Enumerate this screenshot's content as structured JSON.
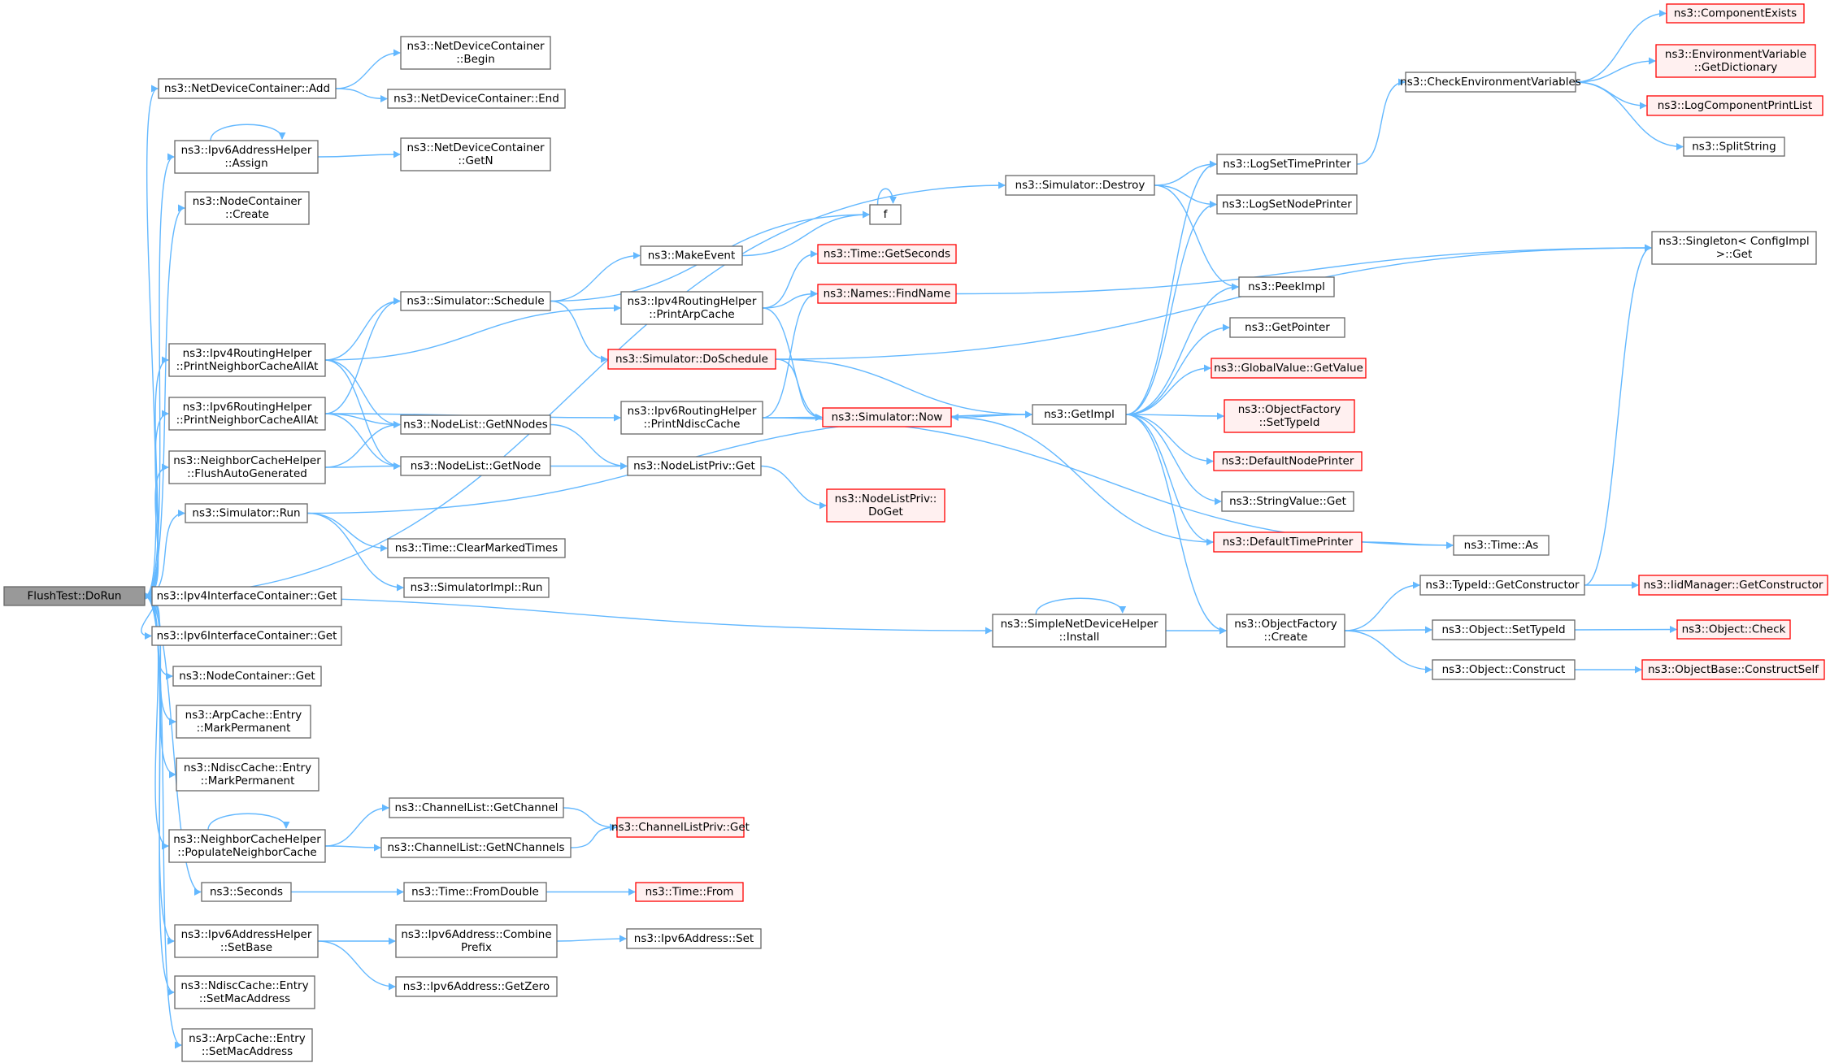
{
  "colors": {
    "edge": "#63b8ff",
    "border": "#666666",
    "red_border": "#ff0000",
    "red_fill": "#fff0f0",
    "root_fill": "#999999"
  },
  "nodes": [
    {
      "id": "flush_dorun",
      "style": "root",
      "lines": [
        "FlushTest::DoRun"
      ]
    },
    {
      "id": "ndc_add",
      "style": "normal",
      "lines": [
        "ns3::NetDeviceContainer::Add"
      ]
    },
    {
      "id": "ndc_begin",
      "style": "normal",
      "lines": [
        "ns3::NetDeviceContainer",
        "::Begin"
      ]
    },
    {
      "id": "ndc_end",
      "style": "normal",
      "lines": [
        "ns3::NetDeviceContainer::End"
      ]
    },
    {
      "id": "ipv6ah_assign",
      "style": "normal",
      "lines": [
        "ns3::Ipv6AddressHelper",
        "::Assign"
      ]
    },
    {
      "id": "ndc_getn",
      "style": "normal",
      "lines": [
        "ns3::NetDeviceContainer",
        "::GetN"
      ]
    },
    {
      "id": "nc_create",
      "style": "normal",
      "lines": [
        "ns3::NodeContainer",
        "::Create"
      ]
    },
    {
      "id": "sim_destroy",
      "style": "normal",
      "lines": [
        "ns3::Simulator::Destroy"
      ]
    },
    {
      "id": "f",
      "style": "normal",
      "lines": [
        "f"
      ]
    },
    {
      "id": "make_event",
      "style": "normal",
      "lines": [
        "ns3::MakeEvent"
      ]
    },
    {
      "id": "sim_schedule",
      "style": "normal",
      "lines": [
        "ns3::Simulator::Schedule"
      ]
    },
    {
      "id": "time_getseconds",
      "style": "red",
      "lines": [
        "ns3::Time::GetSeconds"
      ]
    },
    {
      "id": "names_findname",
      "style": "red",
      "lines": [
        "ns3::Names::FindName"
      ]
    },
    {
      "id": "ipv4rh_printarp",
      "style": "normal",
      "lines": [
        "ns3::Ipv4RoutingHelper",
        "::PrintArpCache"
      ]
    },
    {
      "id": "ipv4rh_printnc",
      "style": "normal",
      "lines": [
        "ns3::Ipv4RoutingHelper",
        "::PrintNeighborCacheAllAt"
      ]
    },
    {
      "id": "sim_doschedule",
      "style": "red",
      "lines": [
        "ns3::Simulator::DoSchedule"
      ]
    },
    {
      "id": "ipv6rh_printnc",
      "style": "normal",
      "lines": [
        "ns3::Ipv6RoutingHelper",
        "::PrintNeighborCacheAllAt"
      ]
    },
    {
      "id": "nl_getnnodes",
      "style": "normal",
      "lines": [
        "ns3::NodeList::GetNNodes"
      ]
    },
    {
      "id": "ipv6rh_printndisc",
      "style": "normal",
      "lines": [
        "ns3::Ipv6RoutingHelper",
        "::PrintNdiscCache"
      ]
    },
    {
      "id": "sim_now",
      "style": "red",
      "lines": [
        "ns3::Simulator::Now"
      ]
    },
    {
      "id": "getimpl",
      "style": "normal",
      "lines": [
        "ns3::GetImpl"
      ]
    },
    {
      "id": "nch_flush",
      "style": "normal",
      "lines": [
        "ns3::NeighborCacheHelper",
        "::FlushAutoGenerated"
      ]
    },
    {
      "id": "nl_getnode",
      "style": "normal",
      "lines": [
        "ns3::NodeList::GetNode"
      ]
    },
    {
      "id": "nlp_get",
      "style": "normal",
      "lines": [
        "ns3::NodeListPriv::Get"
      ]
    },
    {
      "id": "nlp_doget",
      "style": "red",
      "lines": [
        "ns3::NodeListPriv::",
        "DoGet"
      ]
    },
    {
      "id": "sim_run",
      "style": "normal",
      "lines": [
        "ns3::Simulator::Run"
      ]
    },
    {
      "id": "time_clearmarked",
      "style": "normal",
      "lines": [
        "ns3::Time::ClearMarkedTimes"
      ]
    },
    {
      "id": "simimpl_run",
      "style": "normal",
      "lines": [
        "ns3::SimulatorImpl::Run"
      ]
    },
    {
      "id": "ipv4ic_get",
      "style": "normal",
      "lines": [
        "ns3::Ipv4InterfaceContainer::Get"
      ]
    },
    {
      "id": "ipv6ic_get",
      "style": "normal",
      "lines": [
        "ns3::Ipv6InterfaceContainer::Get"
      ]
    },
    {
      "id": "nc_get",
      "style": "normal",
      "lines": [
        "ns3::NodeContainer::Get"
      ]
    },
    {
      "id": "arp_markperm",
      "style": "normal",
      "lines": [
        "ns3::ArpCache::Entry",
        "::MarkPermanent"
      ]
    },
    {
      "id": "ndisc_markperm",
      "style": "normal",
      "lines": [
        "ns3::NdiscCache::Entry",
        "::MarkPermanent"
      ]
    },
    {
      "id": "nch_populate",
      "style": "normal",
      "lines": [
        "ns3::NeighborCacheHelper",
        "::PopulateNeighborCache"
      ]
    },
    {
      "id": "cl_getchannel",
      "style": "normal",
      "lines": [
        "ns3::ChannelList::GetChannel"
      ]
    },
    {
      "id": "cl_getnchannels",
      "style": "normal",
      "lines": [
        "ns3::ChannelList::GetNChannels"
      ]
    },
    {
      "id": "clp_get",
      "style": "red",
      "lines": [
        "ns3::ChannelListPriv::Get"
      ]
    },
    {
      "id": "seconds",
      "style": "normal",
      "lines": [
        "ns3::Seconds"
      ]
    },
    {
      "id": "time_fromdouble",
      "style": "normal",
      "lines": [
        "ns3::Time::FromDouble"
      ]
    },
    {
      "id": "time_from",
      "style": "red",
      "lines": [
        "ns3::Time::From"
      ]
    },
    {
      "id": "ipv6ah_setbase",
      "style": "normal",
      "lines": [
        "ns3::Ipv6AddressHelper",
        "::SetBase"
      ]
    },
    {
      "id": "ipv6a_combine",
      "style": "normal",
      "lines": [
        "ns3::Ipv6Address::Combine",
        "Prefix"
      ]
    },
    {
      "id": "ipv6a_set",
      "style": "normal",
      "lines": [
        "ns3::Ipv6Address::Set"
      ]
    },
    {
      "id": "ipv6a_getzero",
      "style": "normal",
      "lines": [
        "ns3::Ipv6Address::GetZero"
      ]
    },
    {
      "id": "ndisc_setmac",
      "style": "normal",
      "lines": [
        "ns3::NdiscCache::Entry",
        "::SetMacAddress"
      ]
    },
    {
      "id": "arp_setmac",
      "style": "normal",
      "lines": [
        "ns3::ArpCache::Entry",
        "::SetMacAddress"
      ]
    },
    {
      "id": "sndh_install",
      "style": "normal",
      "lines": [
        "ns3::SimpleNetDeviceHelper",
        "::Install"
      ]
    },
    {
      "id": "of_create",
      "style": "normal",
      "lines": [
        "ns3::ObjectFactory",
        "::Create"
      ]
    },
    {
      "id": "check_env",
      "style": "normal",
      "lines": [
        "ns3::CheckEnvironmentVariables"
      ]
    },
    {
      "id": "log_settime",
      "style": "normal",
      "lines": [
        "ns3::LogSetTimePrinter"
      ]
    },
    {
      "id": "log_setnode",
      "style": "normal",
      "lines": [
        "ns3::LogSetNodePrinter"
      ]
    },
    {
      "id": "peekimpl",
      "style": "normal",
      "lines": [
        "ns3::PeekImpl"
      ]
    },
    {
      "id": "getpointer",
      "style": "normal",
      "lines": [
        "ns3::GetPointer"
      ]
    },
    {
      "id": "gv_getvalue",
      "style": "red",
      "lines": [
        "ns3::GlobalValue::GetValue"
      ]
    },
    {
      "id": "of_settypeid",
      "style": "red",
      "lines": [
        "ns3::ObjectFactory",
        "::SetTypeId"
      ]
    },
    {
      "id": "default_node_printer",
      "style": "red",
      "lines": [
        "ns3::DefaultNodePrinter"
      ]
    },
    {
      "id": "sv_get",
      "style": "normal",
      "lines": [
        "ns3::StringValue::Get"
      ]
    },
    {
      "id": "default_time_printer",
      "style": "red",
      "lines": [
        "ns3::DefaultTimePrinter"
      ]
    },
    {
      "id": "time_as",
      "style": "normal",
      "lines": [
        "ns3::Time::As"
      ]
    },
    {
      "id": "tid_getctor",
      "style": "normal",
      "lines": [
        "ns3::TypeId::GetConstructor"
      ]
    },
    {
      "id": "obj_settypeid",
      "style": "normal",
      "lines": [
        "ns3::Object::SetTypeId"
      ]
    },
    {
      "id": "obj_construct",
      "style": "normal",
      "lines": [
        "ns3::Object::Construct"
      ]
    },
    {
      "id": "component_exists",
      "style": "red",
      "lines": [
        "ns3::ComponentExists"
      ]
    },
    {
      "id": "env_getdict",
      "style": "red",
      "lines": [
        "ns3::EnvironmentVariable",
        "::GetDictionary"
      ]
    },
    {
      "id": "log_printlist",
      "style": "red",
      "lines": [
        "ns3::LogComponentPrintList"
      ]
    },
    {
      "id": "split_string",
      "style": "normal",
      "lines": [
        "ns3::SplitString"
      ]
    },
    {
      "id": "singleton_get",
      "style": "normal",
      "lines": [
        "ns3::Singleton< ConfigImpl",
        " >::Get"
      ]
    },
    {
      "id": "iid_getctor",
      "style": "red",
      "lines": [
        "ns3::IidManager::GetConstructor"
      ]
    },
    {
      "id": "obj_check",
      "style": "red",
      "lines": [
        "ns3::Object::Check"
      ]
    },
    {
      "id": "objbase_constructself",
      "style": "red",
      "lines": [
        "ns3::ObjectBase::ConstructSelf"
      ]
    }
  ],
  "edges": [
    [
      "flush_dorun",
      "ndc_add"
    ],
    [
      "flush_dorun",
      "ipv6ah_assign"
    ],
    [
      "flush_dorun",
      "nc_create"
    ],
    [
      "flush_dorun",
      "sim_destroy"
    ],
    [
      "flush_dorun",
      "ipv4rh_printnc"
    ],
    [
      "flush_dorun",
      "ipv6rh_printnc"
    ],
    [
      "flush_dorun",
      "nch_flush"
    ],
    [
      "flush_dorun",
      "sim_run"
    ],
    [
      "flush_dorun",
      "ipv4ic_get"
    ],
    [
      "flush_dorun",
      "ipv6ic_get"
    ],
    [
      "flush_dorun",
      "nc_get"
    ],
    [
      "flush_dorun",
      "arp_markperm"
    ],
    [
      "flush_dorun",
      "ndisc_markperm"
    ],
    [
      "flush_dorun",
      "nch_populate"
    ],
    [
      "flush_dorun",
      "seconds"
    ],
    [
      "flush_dorun",
      "ipv6ah_setbase"
    ],
    [
      "flush_dorun",
      "ndisc_setmac"
    ],
    [
      "flush_dorun",
      "arp_setmac"
    ],
    [
      "flush_dorun",
      "sndh_install"
    ],
    [
      "ndc_add",
      "ndc_begin"
    ],
    [
      "ndc_add",
      "ndc_end"
    ],
    [
      "ipv6ah_assign",
      "ndc_getn"
    ],
    [
      "ipv6ah_assign",
      "ipv6ah_assign"
    ],
    [
      "sim_destroy",
      "log_settime"
    ],
    [
      "sim_destroy",
      "log_setnode"
    ],
    [
      "sim_destroy",
      "peekimpl"
    ],
    [
      "sim_schedule",
      "f"
    ],
    [
      "sim_schedule",
      "make_event"
    ],
    [
      "sim_schedule",
      "sim_doschedule"
    ],
    [
      "make_event",
      "f"
    ],
    [
      "f",
      "f"
    ],
    [
      "ipv4rh_printnc",
      "sim_schedule"
    ],
    [
      "ipv4rh_printnc",
      "ipv4rh_printarp"
    ],
    [
      "ipv4rh_printnc",
      "nl_getnnodes"
    ],
    [
      "ipv4rh_printnc",
      "nl_getnode"
    ],
    [
      "ipv6rh_printnc",
      "sim_schedule"
    ],
    [
      "ipv6rh_printnc",
      "ipv6rh_printndisc"
    ],
    [
      "ipv6rh_printnc",
      "nl_getnnodes"
    ],
    [
      "ipv6rh_printnc",
      "nl_getnode"
    ],
    [
      "ipv4rh_printarp",
      "time_getseconds"
    ],
    [
      "ipv4rh_printarp",
      "names_findname"
    ],
    [
      "ipv4rh_printarp",
      "sim_now"
    ],
    [
      "ipv6rh_printndisc",
      "names_findname"
    ],
    [
      "ipv6rh_printndisc",
      "sim_now"
    ],
    [
      "ipv6rh_printndisc",
      "time_as"
    ],
    [
      "names_findname",
      "singleton_get"
    ],
    [
      "sim_doschedule",
      "singleton_get"
    ],
    [
      "sim_doschedule",
      "sim_now"
    ],
    [
      "sim_doschedule",
      "getimpl"
    ],
    [
      "sim_now",
      "getimpl"
    ],
    [
      "nch_flush",
      "nl_getnnodes"
    ],
    [
      "nch_flush",
      "nl_getnode"
    ],
    [
      "nl_getnnodes",
      "nlp_get"
    ],
    [
      "nl_getnode",
      "nlp_get"
    ],
    [
      "nlp_get",
      "nlp_doget"
    ],
    [
      "sim_run",
      "time_clearmarked"
    ],
    [
      "sim_run",
      "simimpl_run"
    ],
    [
      "sim_run",
      "getimpl"
    ],
    [
      "nch_populate",
      "cl_getchannel"
    ],
    [
      "nch_populate",
      "cl_getnchannels"
    ],
    [
      "nch_populate",
      "nch_populate"
    ],
    [
      "cl_getchannel",
      "clp_get"
    ],
    [
      "cl_getnchannels",
      "clp_get"
    ],
    [
      "seconds",
      "time_fromdouble"
    ],
    [
      "time_fromdouble",
      "time_from"
    ],
    [
      "ipv6ah_setbase",
      "ipv6a_combine"
    ],
    [
      "ipv6ah_setbase",
      "ipv6a_getzero"
    ],
    [
      "ipv6a_combine",
      "ipv6a_set"
    ],
    [
      "sndh_install",
      "of_create"
    ],
    [
      "sndh_install",
      "sndh_install"
    ],
    [
      "getimpl",
      "log_settime"
    ],
    [
      "getimpl",
      "log_setnode"
    ],
    [
      "getimpl",
      "peekimpl"
    ],
    [
      "getimpl",
      "getpointer"
    ],
    [
      "getimpl",
      "gv_getvalue"
    ],
    [
      "getimpl",
      "of_settypeid"
    ],
    [
      "getimpl",
      "default_node_printer"
    ],
    [
      "getimpl",
      "sv_get"
    ],
    [
      "getimpl",
      "default_time_printer"
    ],
    [
      "getimpl",
      "of_create"
    ],
    [
      "default_time_printer",
      "time_as"
    ],
    [
      "default_time_printer",
      "sim_now"
    ],
    [
      "log_settime",
      "check_env"
    ],
    [
      "check_env",
      "component_exists"
    ],
    [
      "check_env",
      "env_getdict"
    ],
    [
      "check_env",
      "log_printlist"
    ],
    [
      "check_env",
      "split_string"
    ],
    [
      "of_create",
      "tid_getctor"
    ],
    [
      "of_create",
      "obj_settypeid"
    ],
    [
      "of_create",
      "obj_construct"
    ],
    [
      "tid_getctor",
      "iid_getctor"
    ],
    [
      "tid_getctor",
      "singleton_get"
    ],
    [
      "obj_settypeid",
      "obj_check"
    ],
    [
      "obj_construct",
      "objbase_constructself"
    ]
  ]
}
